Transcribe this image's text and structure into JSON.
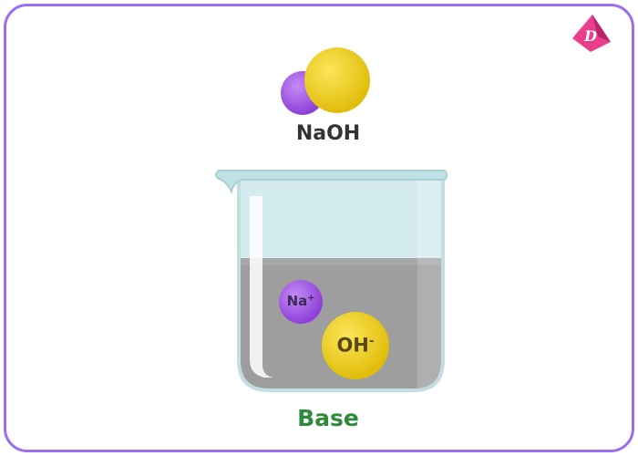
{
  "compound": {
    "formula": "NaOH"
  },
  "solution": {
    "cation": {
      "symbol": "Na",
      "charge": "+"
    },
    "anion": {
      "symbol": "OH",
      "charge": "-"
    }
  },
  "classification": {
    "label": "Base"
  },
  "logo": {
    "letter": "D"
  },
  "colors": {
    "frame_border": "#9b6df0",
    "sodium": "#a258e6",
    "hydroxide": "#f2d21c",
    "liquid": "#9e9e9e",
    "glass": "#d5ecee",
    "base_label": "#2e8b3d",
    "logo": "#e83e8c"
  }
}
